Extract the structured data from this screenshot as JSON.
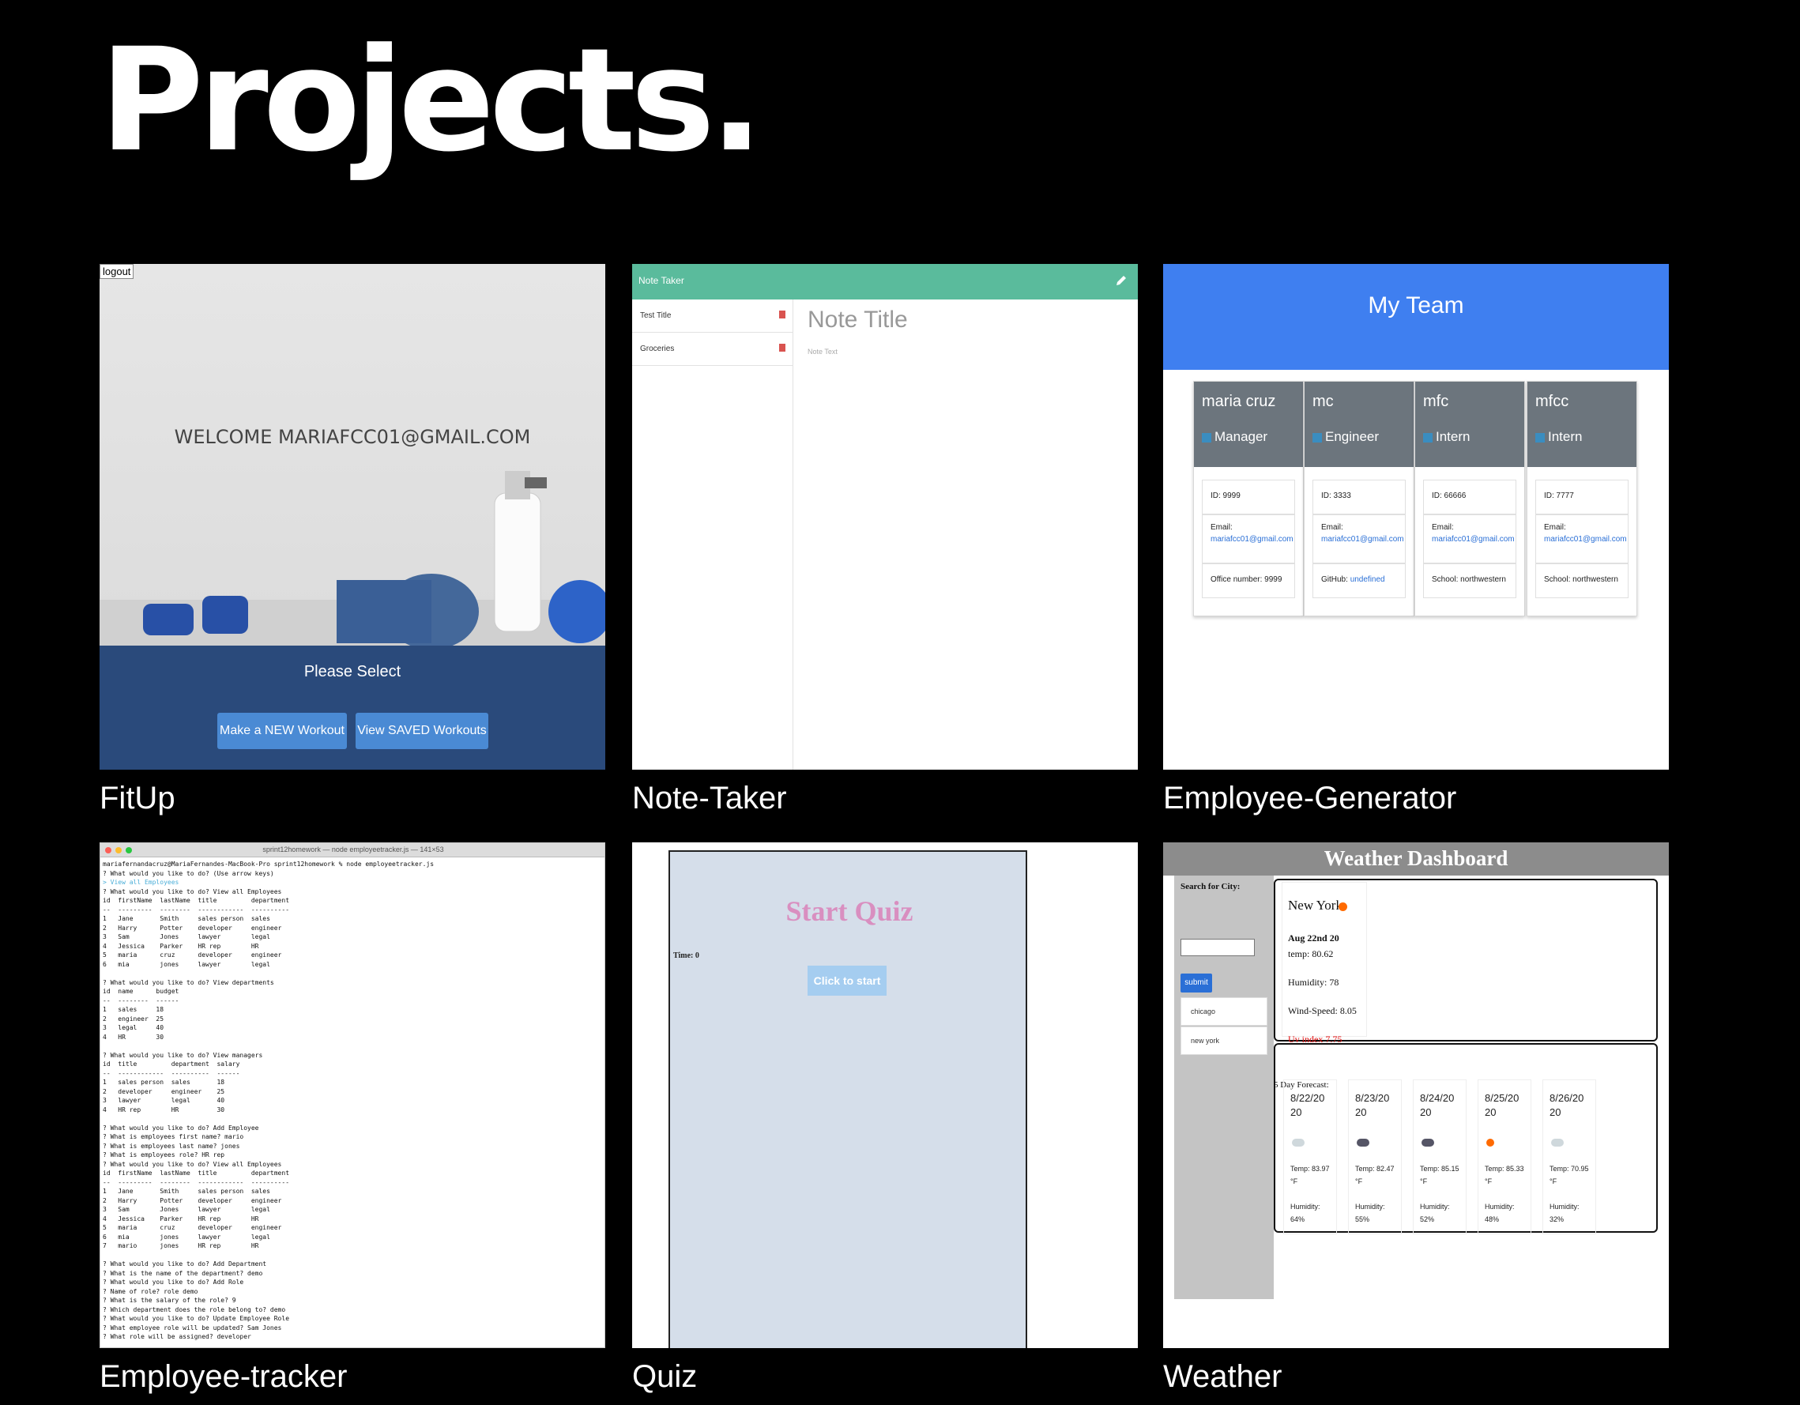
{
  "page": {
    "title": "Projects."
  },
  "projects": [
    {
      "caption": "FitUp"
    },
    {
      "caption": "Note-Taker"
    },
    {
      "caption": "Employee-Generator"
    },
    {
      "caption": "Employee-tracker"
    },
    {
      "caption": "Quiz"
    },
    {
      "caption": "Weather"
    }
  ],
  "fitup": {
    "logout": "logout",
    "welcome": "WELCOME MARIAFCC01@GMAIL.COM",
    "select": "Please Select",
    "new_workout": "Make a NEW Workout",
    "saved_workouts": "View SAVED Workouts"
  },
  "notetaker": {
    "nav_title": "Note Taker",
    "notes": [
      "Test Title",
      "Groceries"
    ],
    "note_title": "Note Title",
    "note_text": "Note Text"
  },
  "employee_generator": {
    "title": "My Team",
    "members": [
      {
        "name": "maria cruz",
        "role": "Manager",
        "id": "ID: 9999",
        "email_label": "Email:",
        "email": "mariafcc01@gmail.com",
        "extra_label": "Office number: 9999",
        "extra_link": ""
      },
      {
        "name": "mc",
        "role": "Engineer",
        "id": "ID: 3333",
        "email_label": "Email:",
        "email": "mariafcc01@gmail.com",
        "extra_label": "GitHub: ",
        "extra_link": "undefined"
      },
      {
        "name": "mfc",
        "role": "Intern",
        "id": "ID: 66666",
        "email_label": "Email:",
        "email": "mariafcc01@gmail.com",
        "extra_label": "School: northwestern",
        "extra_link": ""
      },
      {
        "name": "mfcc",
        "role": "Intern",
        "id": "ID: 7777",
        "email_label": "Email:",
        "email": "mariafcc01@gmail.com",
        "extra_label": "School: northwestern",
        "extra_link": ""
      }
    ]
  },
  "tracker": {
    "window_title": "sprint12homework — node employeetracker.js — 141×53",
    "lines": [
      "mariafernandacruz@MariaFernandes-MacBook-Pro sprint12homework % node employeetracker.js",
      "? What would you like to do? (Use arrow keys)",
      "> View all Employees",
      "? What would you like to do? View all Employees",
      "id  firstName  lastName  title         department",
      "--  ---------  --------  ------------  ----------",
      "1   Jane       Smith     sales person  sales",
      "2   Harry      Potter    developer     engineer",
      "3   Sam        Jones     lawyer        legal",
      "4   Jessica    Parker    HR rep        HR",
      "5   maria      cruz      developer     engineer",
      "6   mia        jones     lawyer        legal",
      "",
      "? What would you like to do? View departments",
      "id  name      budget",
      "--  --------  ------",
      "1   sales     18",
      "2   engineer  25",
      "3   legal     40",
      "4   HR        30",
      "",
      "? What would you like to do? View managers",
      "id  title         department  salary",
      "--  ------------  ----------  ------",
      "1   sales person  sales       18",
      "2   developer     engineer    25",
      "3   lawyer        legal       40",
      "4   HR rep        HR          30",
      "",
      "? What would you like to do? Add Employee",
      "? What is employees first name? mario",
      "? What is employees last name? jones",
      "? What is employees role? HR rep",
      "? What would you like to do? View all Employees",
      "id  firstName  lastName  title         department",
      "--  ---------  --------  ------------  ----------",
      "1   Jane       Smith     sales person  sales",
      "2   Harry      Potter    developer     engineer",
      "3   Sam        Jones     lawyer        legal",
      "4   Jessica    Parker    HR rep        HR",
      "5   maria      cruz      developer     engineer",
      "6   mia        jones     lawyer        legal",
      "7   mario      jones     HR rep        HR",
      "",
      "? What would you like to do? Add Department",
      "? What is the name of the department? demo",
      "? What would you like to do? Add Role",
      "? Name of role? role demo",
      "? What is the salary of the role? 9",
      "? Which department does the role belong to? demo",
      "? What would you like to do? Update Employee Role",
      "? What employee role will be updated? Sam Jones",
      "? What role will be assigned? developer"
    ]
  },
  "quiz": {
    "title": "Start Quiz",
    "time": "Time: 0",
    "start": "Click to start"
  },
  "weather": {
    "title": "Weather Dashboard",
    "search_label": "Search for City:",
    "submit": "submit",
    "cities": [
      "chicago",
      "new york"
    ],
    "current": {
      "city": "New York",
      "icon": "sun-icon",
      "date": "Aug 22nd 20",
      "temp": "temp: 80.62",
      "humidity": "Humidity: 78",
      "wind": "Wind-Speed: 8.05",
      "uv": "Uv index 7.75"
    },
    "forecast_label": "5 Day Forecast:",
    "forecast": [
      {
        "date": "8/22/20 20",
        "icon": "cloud-icon",
        "temp": "Temp: 83.97 °F",
        "humidity": "Humidity: 64%"
      },
      {
        "date": "8/23/20 20",
        "icon": "rain-cloud-icon",
        "temp": "Temp: 82.47 °F",
        "humidity": "Humidity: 55%"
      },
      {
        "date": "8/24/20 20",
        "icon": "rain-cloud-icon",
        "temp": "Temp: 85.15 °F",
        "humidity": "Humidity: 52%"
      },
      {
        "date": "8/25/20 20",
        "icon": "sun-icon",
        "temp": "Temp: 85.33 °F",
        "humidity": "Humidity: 48%"
      },
      {
        "date": "8/26/20 20",
        "icon": "cloud-icon",
        "temp": "Temp: 70.95 °F",
        "humidity": "Humidity: 32%"
      }
    ]
  },
  "colors": {
    "background": "#000000",
    "fitup_band": "#2a4a7b",
    "notetaker_nav": "#5abb9c",
    "team_banner": "#3f7ff0",
    "quiz_bg": "#d5deea"
  }
}
